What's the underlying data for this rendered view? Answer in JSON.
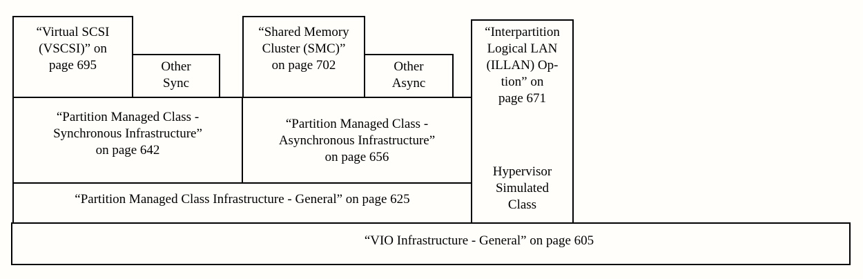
{
  "diagram": {
    "title_hint": "VIO infrastructure class hierarchy diagram",
    "boxes": {
      "vscsi": {
        "text": "“Virtual SCSI\n(VSCSI)” on\npage 695",
        "page": "695"
      },
      "other_sync": {
        "text": "Other\nSync"
      },
      "smc": {
        "text": "“Shared Memory\nCluster (SMC)”\non page 702",
        "page": "702"
      },
      "other_async": {
        "text": "Other\nAsync"
      },
      "illan": {
        "text": "“Interpartition\nLogical LAN\n(ILLAN) Op-\ntion” on\npage 671",
        "page": "671"
      },
      "hypervisor_simulated": {
        "text": "Hypervisor\nSimulated\nClass"
      },
      "sync_infra": {
        "text": "“Partition Managed Class -\nSynchronous Infrastructure”\non page 642",
        "page": "642"
      },
      "async_infra": {
        "text": "“Partition Managed Class -\nAsynchronous Infrastructure”\non page 656",
        "page": "656"
      },
      "pmc_general": {
        "text": "“Partition Managed Class Infrastructure - General” on page 625",
        "page": "625"
      },
      "vio_general": {
        "text": "“VIO Infrastructure - General” on page 605",
        "page": "605"
      }
    },
    "colors": {
      "background": "#fffefa",
      "border": "#000000",
      "text": "#000000"
    }
  }
}
